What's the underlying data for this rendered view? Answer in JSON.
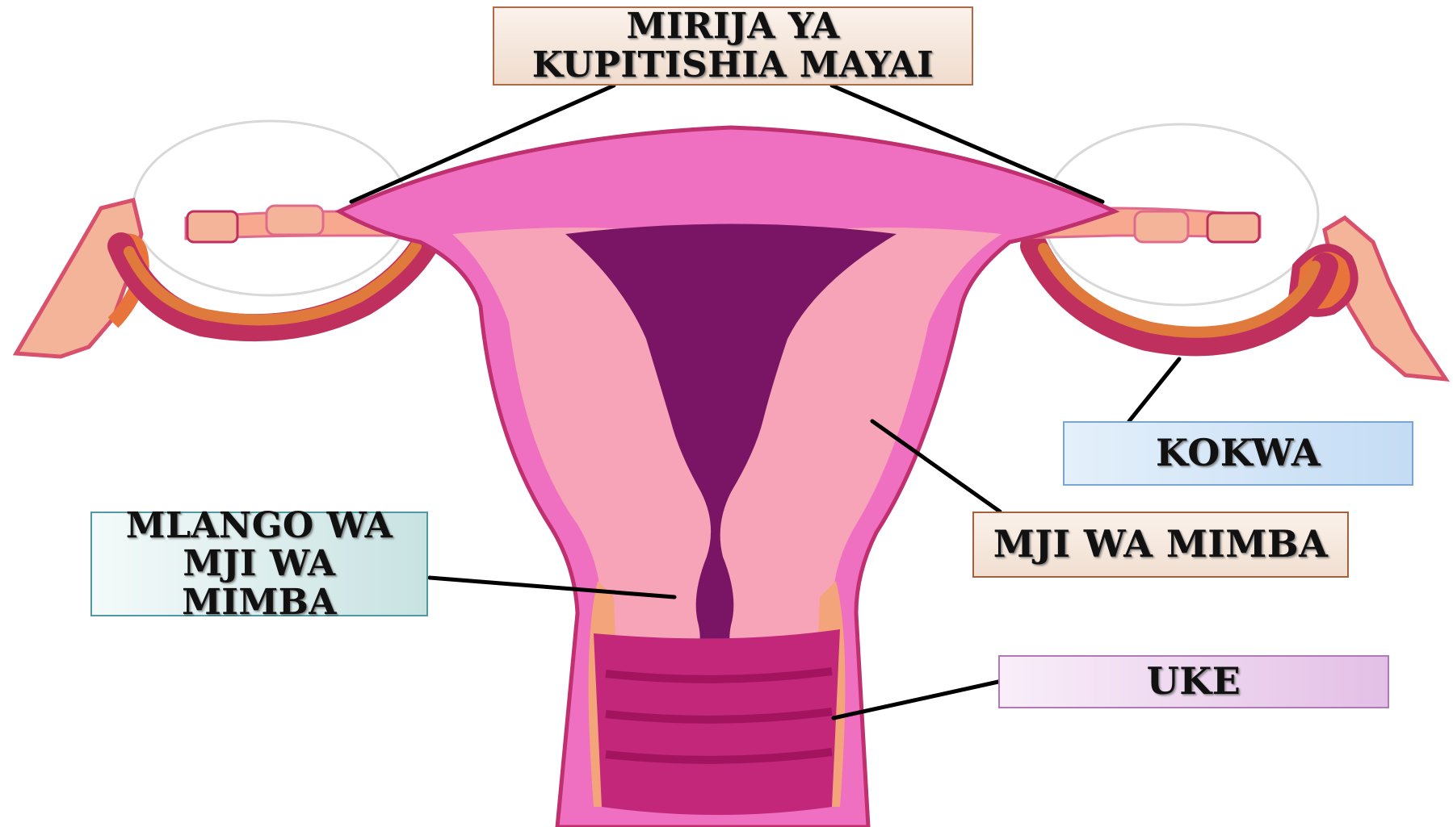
{
  "labels": {
    "fallopian_tubes": "MIRIJA YA\nKUPITISHIA  MAYAI",
    "ovary": "KOKWA",
    "uterus": "MJI WA MIMBA",
    "cervix": "MLANGO WA\nMJI WA\nMIMBA",
    "vagina": "UKE"
  },
  "colors": {
    "uterus_pink": "#ee5fb8",
    "uterus_light": "#f48fc4",
    "cavity_purple": "#7a1566",
    "tissue_salmon": "#f2a08a",
    "tube_orange": "#e07a3c",
    "tube_dark": "#c0305f",
    "vagina_magenta": "#c2277a"
  },
  "icons": {
    "diagram": "female-reproductive-system-icon"
  }
}
